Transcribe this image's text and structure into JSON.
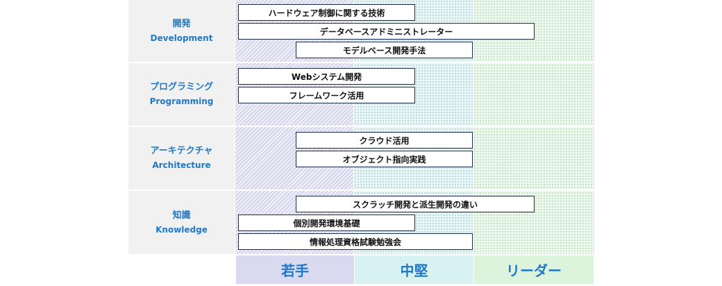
{
  "categories": [
    {
      "jp": "開発",
      "en": "Development"
    },
    {
      "jp": "プログラミング",
      "en": "Programming"
    },
    {
      "jp": "アーキテクチャ",
      "en": "Architecture"
    },
    {
      "jp": "知識",
      "en": "Knowledge"
    }
  ],
  "skills": {
    "development": [
      "ハードウェア制御に関する技術",
      "データベースアドミニストレーター",
      "モデルベース開発手法"
    ],
    "programming": [
      "Webシステム開発",
      "フレームワーク活用"
    ],
    "architecture": [
      "クラウド活用",
      "オブジェクト指向実践"
    ],
    "knowledge": [
      "スクラッチ開発と派生開発の違い",
      "個別開発環境基礎",
      "情報処理資格試験勉強会"
    ]
  },
  "levels": [
    "若手",
    "中堅",
    "リーダー"
  ],
  "colors": {
    "accent_text": "#1f78c8",
    "box_border": "#1c2a4a",
    "category_bg": "#f1f1f1",
    "junior_bg": "#d9d9f0",
    "mid_bg": "#d8f1f1",
    "leader_bg": "#dcf3dc"
  }
}
